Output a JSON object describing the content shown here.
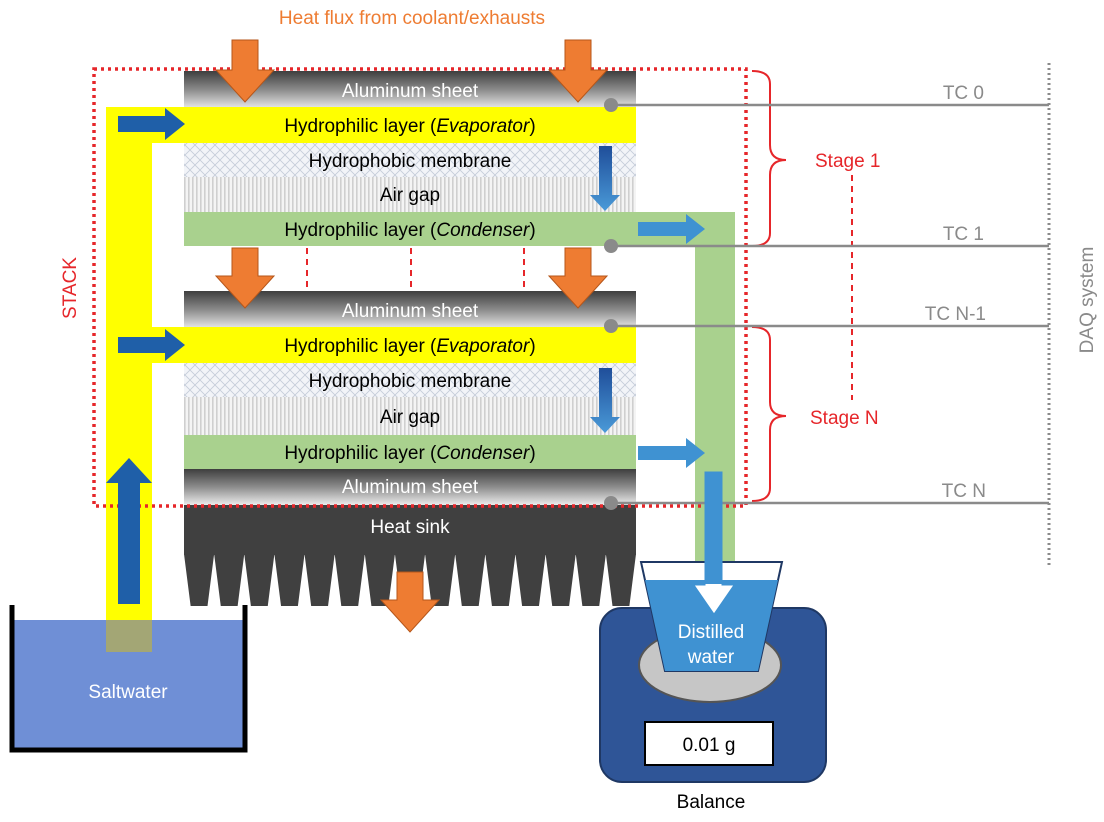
{
  "header": {
    "heat_flux_label": "Heat flux from coolant/exhausts"
  },
  "stage1": {
    "aluminum_label": "Aluminum sheet",
    "evaporator_prefix": "Hydrophilic layer (",
    "evaporator_italic": "Evaporator",
    "evaporator_suffix": ")",
    "membrane_label": "Hydrophobic membrane",
    "air_gap_label": "Air gap",
    "condenser_prefix": "Hydrophilic layer (",
    "condenser_italic": "Condenser",
    "condenser_suffix": ")"
  },
  "stageN": {
    "aluminum_label": "Aluminum sheet",
    "evaporator_prefix": "Hydrophilic layer (",
    "evaporator_italic": "Evaporator",
    "evaporator_suffix": ")",
    "membrane_label": "Hydrophobic membrane",
    "air_gap_label": "Air gap",
    "condenser_prefix": "Hydrophilic layer (",
    "condenser_italic": "Condenser",
    "condenser_suffix": ")",
    "bottom_aluminum_label": "Aluminum sheet"
  },
  "heat_sink_label": "Heat sink",
  "stack_label": "STACK",
  "stage_labels": {
    "stage1": "Stage 1",
    "stageN": "Stage N"
  },
  "thermocouples": [
    "TC 0",
    "TC 1",
    "TC N-1",
    "TC N"
  ],
  "daq_label": "DAQ system",
  "saltwater_label": "Saltwater",
  "distilled": {
    "line1": "Distilled",
    "line2": "water"
  },
  "balance": {
    "reading": "0.01 g",
    "label": "Balance"
  },
  "colors": {
    "yellow": "#ffff00",
    "green": "#a9d18e",
    "orange": "#ee7c32",
    "dark_blue": "#1f5fa8",
    "light_blue": "#3f92d2",
    "red": "#e6262a",
    "balance_blue": "#2f5597",
    "saltwater": "#6f8fd6",
    "heat_sink": "#404040"
  }
}
